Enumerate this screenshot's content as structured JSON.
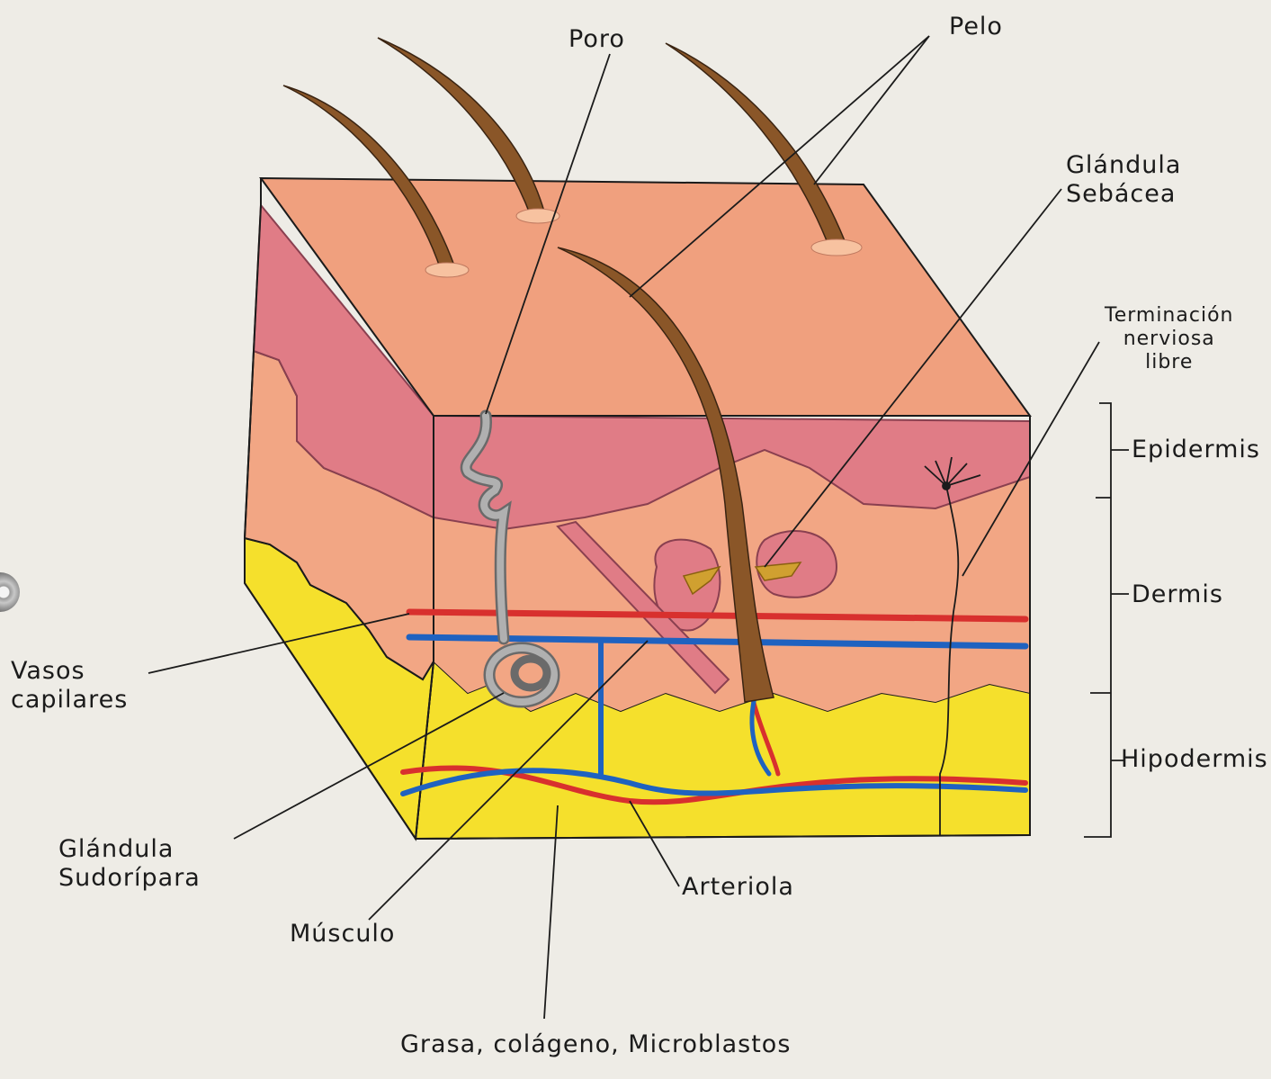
{
  "labels": {
    "poro": "Poro",
    "pelo": "Pelo",
    "glandula_sebacea": "Glándula\nSebácea",
    "terminacion_nerviosa": "Terminación\nnerviosa\nlibre",
    "epidermis": "Epidermis",
    "dermis": "Dermis",
    "hipodermis": "Hipodermis",
    "vasos_capilares": "Vasos\ncapilares",
    "glandula_sudoripara": "Glándula\nSudorípara",
    "musculo": "Músculo",
    "arteriola": "Arteriola",
    "grasa": "Grasa, colágeno, Microblastos"
  },
  "colors": {
    "paper": "#eeece6",
    "skin_top": "#f0a07e",
    "epidermis": "#e07c86",
    "dermis": "#f2a684",
    "hypodermis": "#f5e02c",
    "hair": "#8a5628",
    "artery": "#d8302e",
    "vein": "#1f62c0",
    "gland": "#9a9a9a",
    "ink": "#1b1b1b"
  }
}
